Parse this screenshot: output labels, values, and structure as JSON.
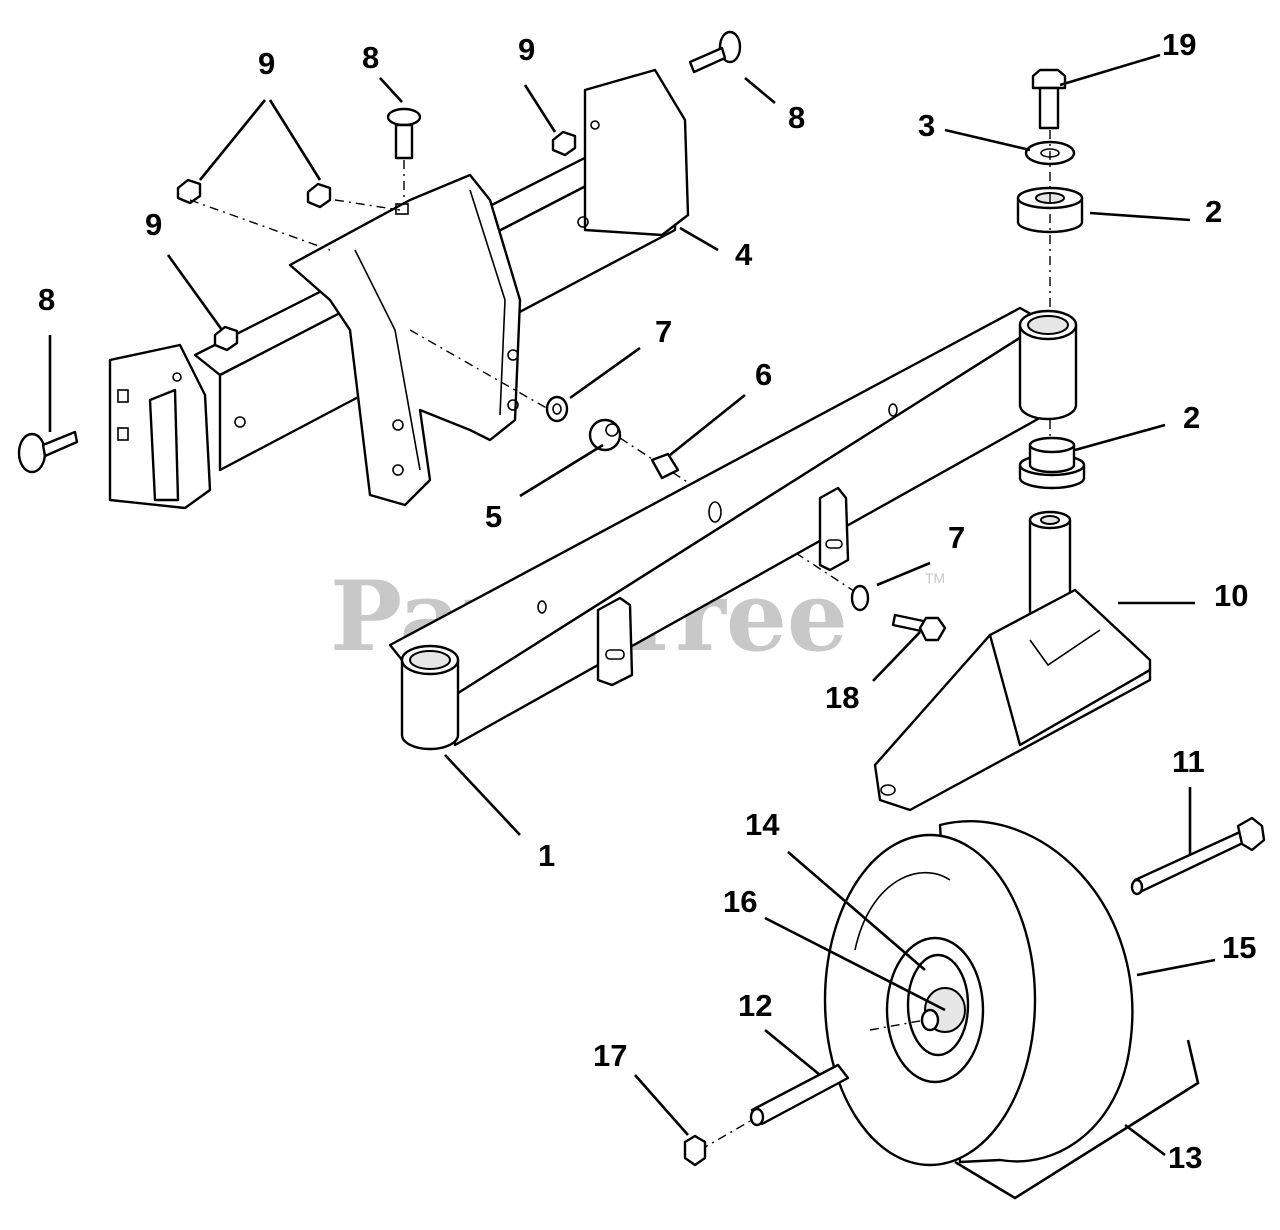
{
  "watermark": {
    "text": "PartsTree",
    "trademark": "TM"
  },
  "callouts": {
    "c1": "1",
    "c2a": "2",
    "c2b": "2",
    "c3": "3",
    "c4": "4",
    "c5": "5",
    "c6": "6",
    "c7a": "7",
    "c7b": "7",
    "c8a": "8",
    "c8b": "8",
    "c8c": "8",
    "c9a": "9",
    "c9b": "9",
    "c9c": "9",
    "c10": "10",
    "c11": "11",
    "c12": "12",
    "c13": "13",
    "c14": "14",
    "c15": "15",
    "c16": "16",
    "c17": "17",
    "c18": "18",
    "c19": "19"
  }
}
